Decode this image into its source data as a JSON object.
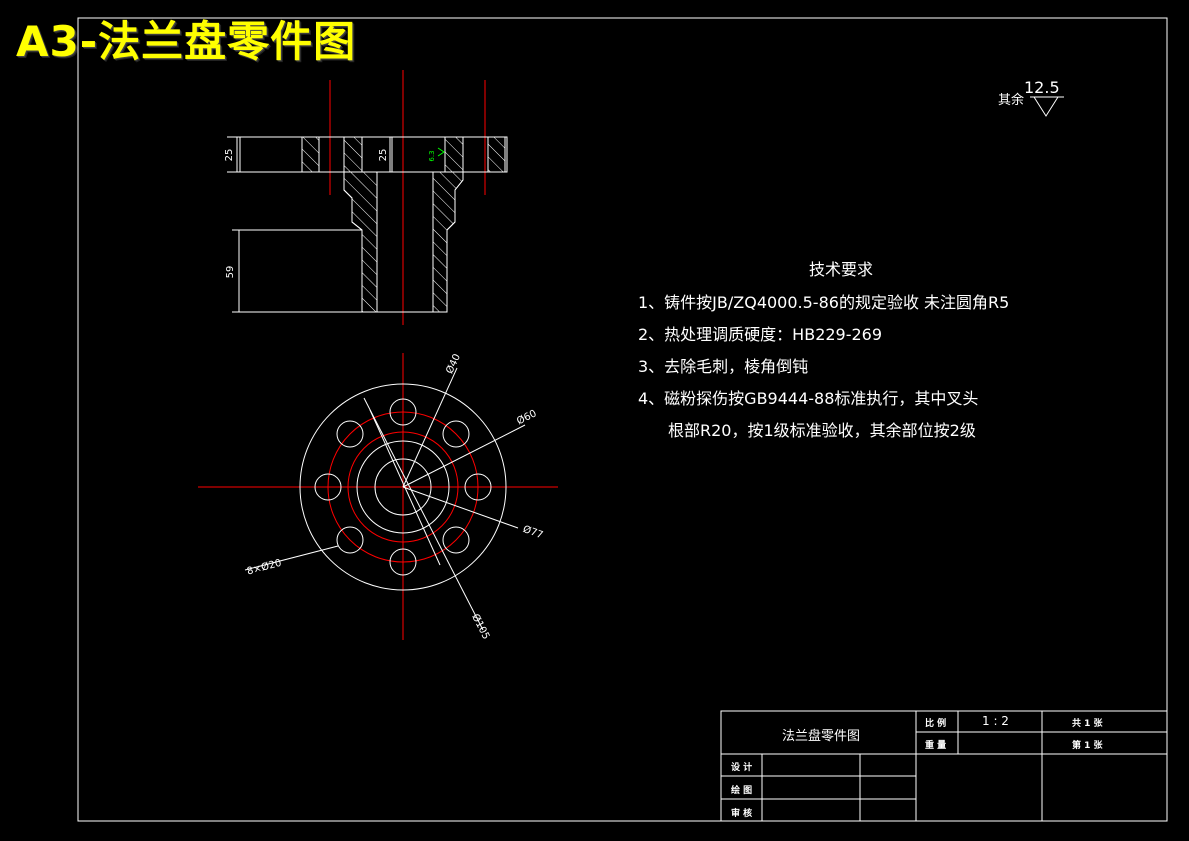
{
  "banner": "A3-法兰盘零件图",
  "surface_finish": {
    "prefix": "其余",
    "value": "12.5"
  },
  "section_view": {
    "dim_25_left": "25",
    "dim_25_center": "25",
    "dim_59": "59",
    "roughness_mark": "6.3"
  },
  "plan_view": {
    "dim_d40": "Ø40",
    "dim_d60": "Ø60",
    "dim_d77": "Ø77",
    "dim_d105": "Ø105",
    "dim_holes": "8×Ø20"
  },
  "tech_requirements": {
    "title": "技术要求",
    "lines": [
      "1、铸件按JB/ZQ4000.5-86的规定验收 未注圆角R5",
      "2、热处理调质硬度：HB229-269",
      "3、去除毛刺，棱角倒钝",
      "4、磁粉探伤按GB9444-88标准执行，其中叉头",
      "根部R20，按1级标准验收，其余部位按2级"
    ]
  },
  "title_block": {
    "part_name": "法兰盘零件图",
    "scale_label": "比 例",
    "scale_value": "1 : 2",
    "weight_label": "重 量",
    "sheet_total": "共 1 张",
    "sheet_number": "第 1 张",
    "design_label": "设 计",
    "drawing_label": "绘 图",
    "review_label": "审 核"
  },
  "colors": {
    "background": "#000000",
    "line": "#ffffff",
    "center_line": "#ff0000",
    "banner": "#ffff00",
    "roughness": "#00ff00"
  }
}
